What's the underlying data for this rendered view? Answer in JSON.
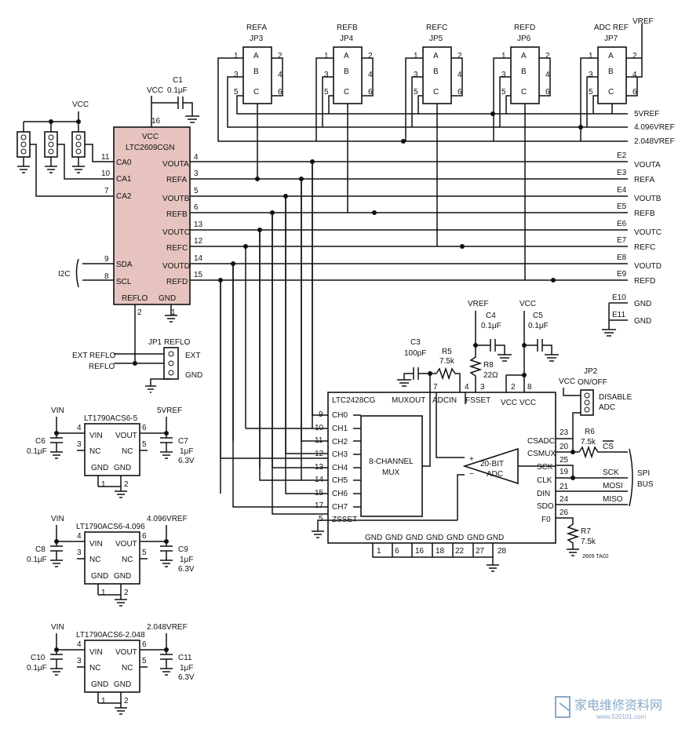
{
  "title_refs": {
    "jp3_top": "REFA",
    "jp3": "JP3",
    "jp4_top": "REFB",
    "jp4": "JP4",
    "jp5_top": "REFC",
    "jp5": "JP5",
    "jp6_top": "REFD",
    "jp6": "JP6",
    "jp7_top": "ADC REF",
    "jp7": "JP7",
    "vref": "VREF"
  },
  "jumper_letters": [
    "A",
    "B",
    "C"
  ],
  "jumper_pins": [
    "1",
    "2",
    "3",
    "4",
    "5",
    "6"
  ],
  "ref_rails": [
    "5VREF",
    "4.096VREF",
    "2.048VREF"
  ],
  "dac": {
    "name": "LTC2609CGN",
    "vcc": "VCC",
    "pins_left": [
      {
        "num": "11",
        "label": "CA0"
      },
      {
        "num": "10",
        "label": "CA1"
      },
      {
        "num": "7",
        "label": "CA2"
      },
      {
        "num": "9",
        "label": "SDA"
      },
      {
        "num": "8",
        "label": "SCL"
      }
    ],
    "pins_right": [
      {
        "num": "4",
        "label": "VOUTA"
      },
      {
        "num": "3",
        "label": "REFA"
      },
      {
        "num": "5",
        "label": "VOUTB"
      },
      {
        "num": "6",
        "label": "REFB"
      },
      {
        "num": "13",
        "label": "VOUTC"
      },
      {
        "num": "12",
        "label": "REFC"
      },
      {
        "num": "14",
        "label": "VOUTD"
      },
      {
        "num": "15",
        "label": "REFD"
      }
    ],
    "bottom": [
      {
        "num": "2",
        "label": "REFLO"
      },
      {
        "num": "1",
        "label": "GND"
      }
    ],
    "top_pin": "16"
  },
  "c1": {
    "name": "C1",
    "value": "0.1μF",
    "supply": "VCC"
  },
  "vcc_left": "VCC",
  "i2c": "I2C",
  "edge": [
    {
      "id": "E2",
      "net": "VOUTA"
    },
    {
      "id": "E3",
      "net": "REFA"
    },
    {
      "id": "E4",
      "net": "VOUTB"
    },
    {
      "id": "E5",
      "net": "REFB"
    },
    {
      "id": "E6",
      "net": "VOUTC"
    },
    {
      "id": "E7",
      "net": "REFC"
    },
    {
      "id": "E8",
      "net": "VOUTD"
    },
    {
      "id": "E9",
      "net": "REFD"
    },
    {
      "id": "E10",
      "net": "GND"
    },
    {
      "id": "E11",
      "net": "GND"
    }
  ],
  "jp1": {
    "name": "JP1 REFLO",
    "ext_reflo": "EXT REFLO",
    "reflo": "REFLO",
    "ext": "EXT",
    "gnd": "GND"
  },
  "c3": {
    "name": "C3",
    "value": "100pF"
  },
  "r5": {
    "name": "R5",
    "value": "7.5k"
  },
  "r8": {
    "name": "R8",
    "value": "22Ω",
    "supply": "VREF"
  },
  "c4": {
    "name": "C4",
    "value": "0.1μF"
  },
  "c5": {
    "name": "C5",
    "value": "0.1μF",
    "supply": "VCC"
  },
  "adc": {
    "name": "LTC2428CG",
    "top_labels": [
      "MUXOUT",
      "ADCIN",
      "FSSET",
      "VCC",
      "VCC"
    ],
    "top_pins": [
      "7",
      "4",
      "3",
      "2",
      "8"
    ],
    "channels": [
      {
        "num": "9",
        "label": "CH0"
      },
      {
        "num": "10",
        "label": "CH1"
      },
      {
        "num": "11",
        "label": "CH2"
      },
      {
        "num": "12",
        "label": "CH3"
      },
      {
        "num": "13",
        "label": "CH4"
      },
      {
        "num": "14",
        "label": "CH5"
      },
      {
        "num": "15",
        "label": "CH6"
      },
      {
        "num": "17",
        "label": "CH7"
      },
      {
        "num": "5",
        "label": "ZSSET"
      }
    ],
    "mux_line1": "8-CHANNEL",
    "mux_line2": "MUX",
    "adc_line1": "20-BIT",
    "adc_line2": "ADC",
    "right_pins": [
      {
        "num": "23",
        "label": "CSADC"
      },
      {
        "num": "20",
        "label": "CSMUX"
      },
      {
        "num": "25",
        "label": "SCK"
      },
      {
        "num": "19",
        "label": "CLK"
      },
      {
        "num": "21",
        "label": "DIN"
      },
      {
        "num": "24",
        "label": "SDO"
      },
      {
        "num": "26",
        "label": "F0"
      }
    ],
    "gnd_label": "GND",
    "gnd_pins": [
      "1",
      "6",
      "16",
      "18",
      "22",
      "27",
      "28"
    ]
  },
  "jp2": {
    "name": "JP2",
    "state": "ON/OFF",
    "supply": "VCC",
    "disable1": "DISABLE",
    "disable2": "ADC"
  },
  "r6": {
    "name": "R6",
    "value": "7.5k"
  },
  "r7": {
    "name": "R7",
    "value": "7.5k"
  },
  "spi": {
    "cs": "CS",
    "sck": "SCK",
    "mosi": "MOSI",
    "miso": "MISO",
    "bus1": "SPI",
    "bus2": "BUS"
  },
  "refs": [
    {
      "vin": "VIN",
      "part": "LT1790ACS6-5",
      "out": "5VREF",
      "cin": "C6",
      "cout": "C7"
    },
    {
      "vin": "VIN",
      "part": "LT1790ACS6-4.096",
      "out": "4.096VREF",
      "cin": "C8",
      "cout": "C9"
    },
    {
      "vin": "VIN",
      "part": "LT1790ACS6-2.048",
      "out": "2.048VREF",
      "cin": "C10",
      "cout": "C11"
    }
  ],
  "ref_pin_labels": {
    "vin": "VIN",
    "vout": "VOUT",
    "nc": "NC",
    "gnd": "GND"
  },
  "ref_pins": [
    "4",
    "6",
    "3",
    "5",
    "1",
    "2"
  ],
  "ref_cap_in": "0.1μF",
  "ref_cap_out1": "1μF",
  "ref_cap_out2": "6.3V",
  "figure_id": "2609 TA02",
  "watermark": "家电维修资料网",
  "watermark_url": "www.520101.com"
}
